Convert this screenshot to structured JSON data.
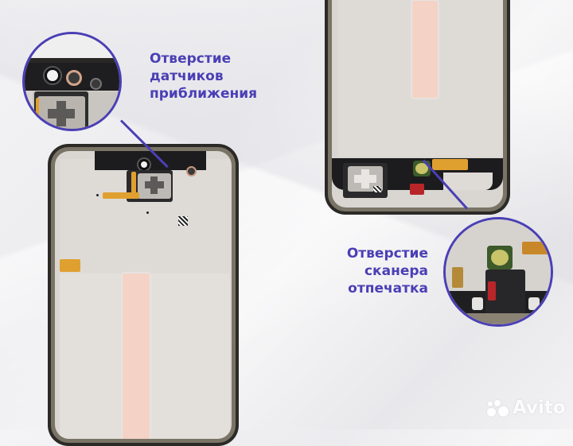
{
  "image": {
    "description": "Two smartphone display frames (Samsung-style) with internal components, with callout magnifier circles",
    "accent_color": "#4a3fb5"
  },
  "callouts": [
    {
      "id": "proximity-sensor",
      "label_lines": [
        "Отверстие",
        "датчиков",
        "приближения"
      ]
    },
    {
      "id": "fingerprint-scanner",
      "label_lines": [
        "Отверстие",
        "сканера",
        "отпечатка"
      ]
    }
  ],
  "watermark": {
    "text": "Avito",
    "icon": "avito-dots-logo"
  }
}
